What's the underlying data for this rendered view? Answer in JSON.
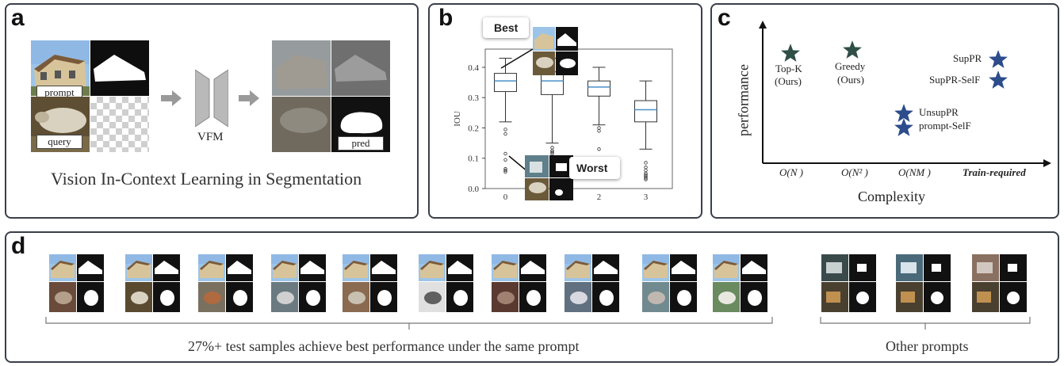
{
  "panels": {
    "a": {
      "label": "a",
      "prompt_tag": "prompt",
      "query_tag": "query",
      "model_label": "VFM",
      "pred_tag": "pred",
      "caption": "Vision In-Context Learning in Segmentation"
    },
    "b": {
      "label": "b",
      "best_callout": "Best",
      "worst_callout": "Worst"
    },
    "c": {
      "label": "c",
      "ylabel": "performance",
      "xlabel": "Complexity",
      "xticks": [
        "O(N )",
        "O(N² )",
        "O(NM )",
        "Train-required"
      ],
      "points": [
        {
          "line1": "Top-K",
          "line2": "(Ours)",
          "color": "#2f4f47"
        },
        {
          "line1": "Greedy",
          "line2": "(Ours)",
          "color": "#2f4f47"
        },
        {
          "line1": "SupPR",
          "color": "#2d4c8c"
        },
        {
          "line1": "SupPR-SelF",
          "color": "#2d4c8c"
        },
        {
          "line1": "UnsupPR",
          "color": "#2d4c8c"
        },
        {
          "line1": "prompt-SelF",
          "color": "#2d4c8c"
        }
      ]
    },
    "d": {
      "label": "d",
      "same_prompt_caption": "27%+  test samples achieve best performance under the same prompt",
      "other_caption": "Other prompts"
    }
  },
  "chart_data": {
    "type": "box",
    "categories": [
      "0",
      "1",
      "2",
      "3"
    ],
    "ylabel": "IOU",
    "yticks": [
      "0.0",
      "0.1",
      "0.2",
      "0.3",
      "0.4"
    ],
    "ylim": [
      0.0,
      0.46
    ],
    "series": [
      {
        "whislo": 0.22,
        "q1": 0.32,
        "med": 0.355,
        "q3": 0.38,
        "whishi": 0.43,
        "fliers": [
          0.195,
          0.18,
          0.115,
          0.095,
          0.065,
          0.06,
          0.055
        ]
      },
      {
        "whislo": 0.15,
        "q1": 0.31,
        "med": 0.355,
        "q3": 0.385,
        "whishi": 0.43,
        "fliers": [
          0.135,
          0.125,
          0.12,
          0.115
        ]
      },
      {
        "whislo": 0.21,
        "q1": 0.305,
        "med": 0.335,
        "q3": 0.355,
        "whishi": 0.4,
        "fliers": [
          0.2,
          0.19,
          0.13
        ]
      },
      {
        "whislo": 0.13,
        "q1": 0.22,
        "med": 0.26,
        "q3": 0.29,
        "whishi": 0.355,
        "fliers": [
          0.085,
          0.07,
          0.06,
          0.05,
          0.045,
          0.04,
          0.035,
          0.03
        ]
      }
    ]
  }
}
